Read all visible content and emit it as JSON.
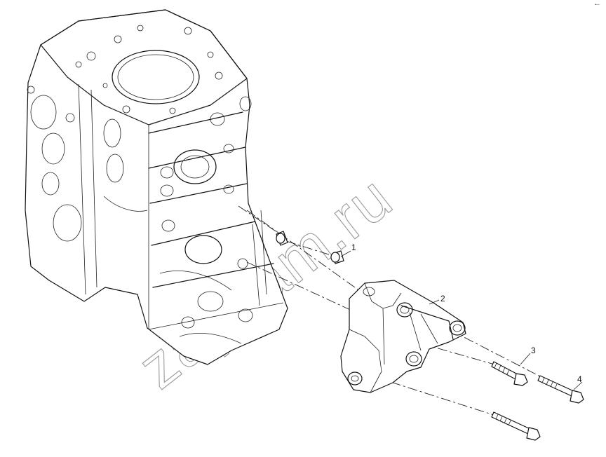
{
  "callouts": [
    {
      "label": "1"
    },
    {
      "label": "2"
    },
    {
      "label": "3"
    },
    {
      "label": "4"
    }
  ],
  "watermark": {
    "text": "zapkam.ru"
  },
  "corner_mark": {
    "text": "•—"
  }
}
